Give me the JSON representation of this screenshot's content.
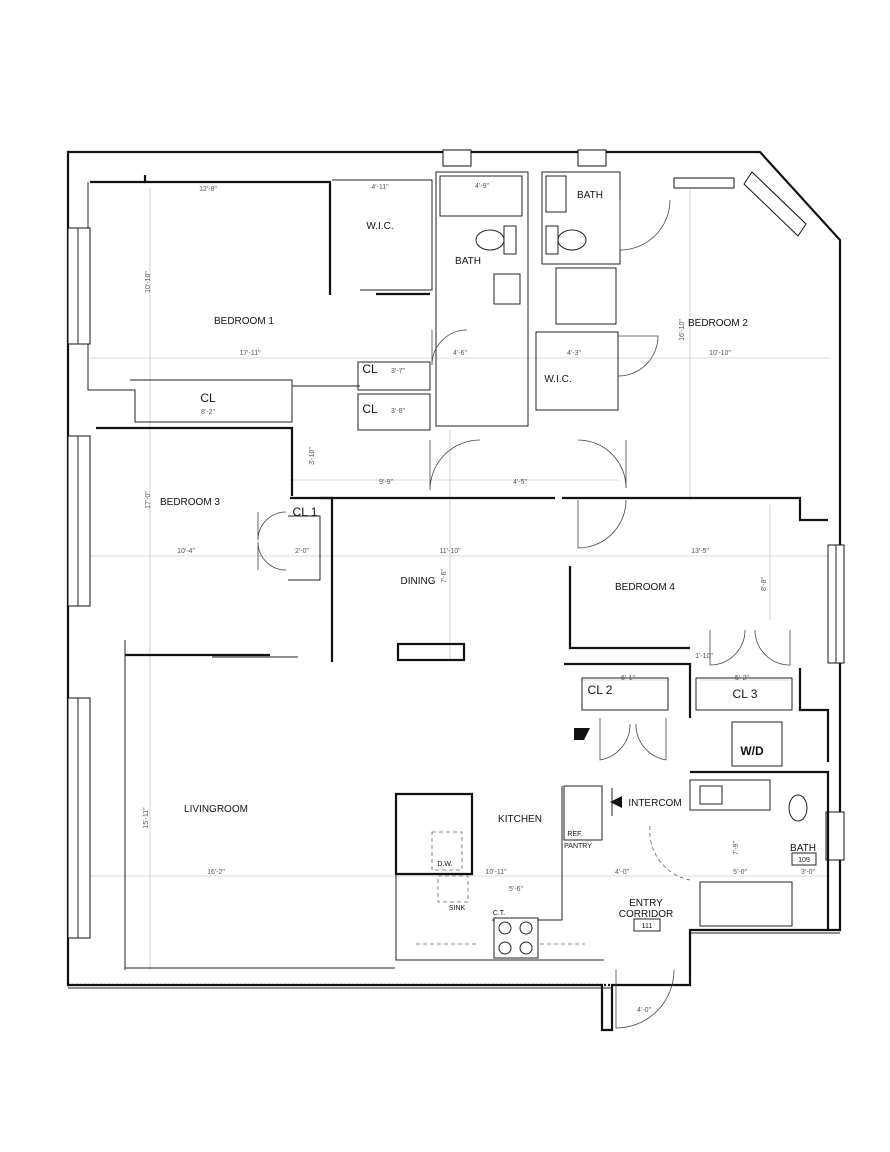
{
  "rooms": {
    "bedroom1": "BEDROOM 1",
    "bedroom2": "BEDROOM 2",
    "bedroom3": "BEDROOM 3",
    "bedroom4": "BEDROOM 4",
    "wic1": "W.I.C.",
    "wic2": "W.I.C.",
    "bath_master": "BATH",
    "bath_top": "BATH",
    "bath_entry": "BATH",
    "bath_entry_no": "109",
    "cl_a": "CL",
    "cl_b": "CL",
    "cl_bed1": "CL",
    "cl1": "CL 1",
    "cl2": "CL 2",
    "cl3": "CL 3",
    "dining": "DINING",
    "living": "LIVINGROOM",
    "kitchen": "KITCHEN",
    "wd": "W/D",
    "intercom": "INTERCOM",
    "ref": "REF.",
    "pantry": "PANTRY",
    "dw": "D.W.",
    "sink": "SINK",
    "ct": "C.T.",
    "entry_line1": "ENTRY",
    "entry_line2": "CORRIDOR",
    "entry_no": "111"
  },
  "dimensions": {
    "d_12_8": "12'-8\"",
    "d_4_11": "4'-11\"",
    "d_4_9": "4'-9\"",
    "d_10_10": "10'-10\"",
    "d_17_11": "17'-11\"",
    "d_8_2": "8'-2\"",
    "d_16_10": "16'-10\"",
    "d_10_10b": "10'-10\"",
    "d_4_6": "4'-6\"",
    "d_4_3": "4'-3\"",
    "d_3_7": "3'-7\"",
    "d_3_8": "3'-8\"",
    "d_9_9": "9'-9\"",
    "d_4_5": "4'-5\"",
    "d_3_10": "3'-10\"",
    "d_17_0": "17'-0\"",
    "d_10_4": "10'-4\"",
    "d_2_0": "2'-0\"",
    "d_11_10": "11'-10\"",
    "d_7_6": "7'-6\"",
    "d_13_5": "13'-5\"",
    "d_8_8": "8'-8\"",
    "d_6_1": "6'-1\"",
    "d_5_2": "5'-2\"",
    "d_1_10": "1'-10\"",
    "d_15_11": "15'-11\"",
    "d_16_2": "16'-2\"",
    "d_10_11": "10'-11\"",
    "d_5_6": "5'-6\"",
    "d_4_0": "4'-0\"",
    "d_5_0": "5'-0\"",
    "d_7_9": "7'-9\"",
    "d_3_0": "3'-0\"",
    "d_4_0b": "4'-0\""
  }
}
